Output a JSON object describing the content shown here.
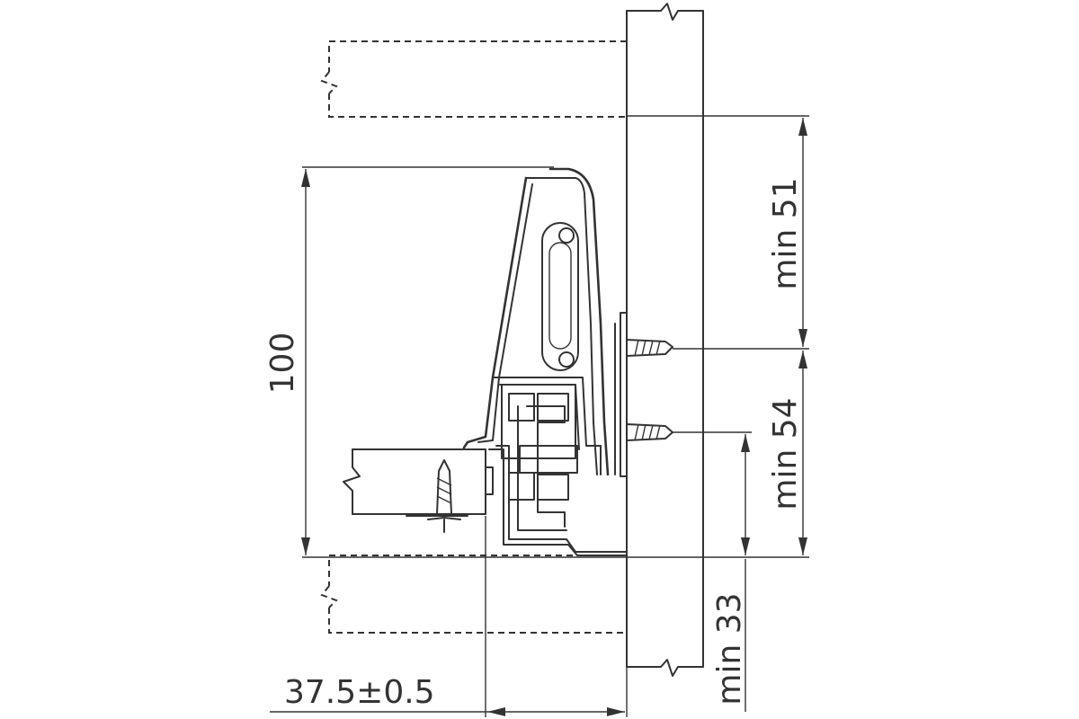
{
  "dimensions": {
    "height_total": "100",
    "upper_clearance": "min 51",
    "middle_clearance": "min 54",
    "lower_clearance": "min 33",
    "side_offset": "37.5±0.5"
  },
  "colors": {
    "line": "#333333",
    "background": "#ffffff"
  }
}
